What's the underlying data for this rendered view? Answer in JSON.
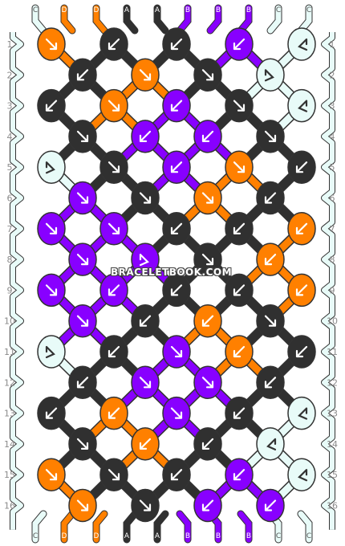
{
  "watermark": "BRACELETBOOK.COM",
  "colors": {
    "C": "#e8fbf8",
    "D": "#ff8000",
    "A": "#303030",
    "B": "#8800ff"
  },
  "strings": [
    "C",
    "D",
    "D",
    "A",
    "A",
    "B",
    "B",
    "B",
    "C",
    "C"
  ],
  "row_labels": [
    "1",
    "2",
    "3",
    "4",
    "5",
    "6",
    "7",
    "8",
    "9",
    "10",
    "11",
    "12",
    "13",
    "14",
    "15",
    "16"
  ],
  "knots": [
    [
      [
        "D",
        "f"
      ],
      [
        "A",
        "b"
      ],
      [
        "A",
        "b"
      ],
      [
        "B",
        "b"
      ],
      [
        "C",
        "bf"
      ]
    ],
    [
      [
        "A",
        "b"
      ],
      [
        "D",
        "f"
      ],
      [
        "A",
        "f"
      ],
      [
        "C",
        "fb"
      ]
    ],
    [
      [
        "A",
        "b"
      ],
      [
        "D",
        "f"
      ],
      [
        "B",
        "b"
      ],
      [
        "A",
        "f"
      ],
      [
        "C",
        "bf"
      ]
    ],
    [
      [
        "A",
        "f"
      ],
      [
        "B",
        "b"
      ],
      [
        "B",
        "b"
      ],
      [
        "A",
        "f"
      ]
    ],
    [
      [
        "C",
        "fb"
      ],
      [
        "A",
        "f"
      ],
      [
        "B",
        "b"
      ],
      [
        "D",
        "f"
      ],
      [
        "A",
        "b"
      ]
    ],
    [
      [
        "B",
        "f"
      ],
      [
        "A",
        "f"
      ],
      [
        "D",
        "f"
      ],
      [
        "A",
        "b"
      ]
    ],
    [
      [
        "B",
        "f"
      ],
      [
        "B",
        "f"
      ],
      [
        "A",
        "b"
      ],
      [
        "A",
        "b"
      ],
      [
        "D",
        "b"
      ]
    ],
    [
      [
        "B",
        "f"
      ],
      [
        "B",
        "fb"
      ],
      [
        "A",
        "f"
      ],
      [
        "D",
        "b"
      ]
    ],
    [
      [
        "B",
        "f"
      ],
      [
        "B",
        "b"
      ],
      [
        "A",
        "b"
      ],
      [
        "A",
        "b"
      ],
      [
        "D",
        "b"
      ]
    ],
    [
      [
        "B",
        "f"
      ],
      [
        "A",
        "b"
      ],
      [
        "D",
        "b"
      ],
      [
        "A",
        "f"
      ]
    ],
    [
      [
        "C",
        "fb"
      ],
      [
        "A",
        "b"
      ],
      [
        "B",
        "f"
      ],
      [
        "D",
        "b"
      ],
      [
        "A",
        "b"
      ]
    ],
    [
      [
        "A",
        "b"
      ],
      [
        "B",
        "f"
      ],
      [
        "B",
        "f"
      ],
      [
        "A",
        "b"
      ]
    ],
    [
      [
        "A",
        "b"
      ],
      [
        "D",
        "b"
      ],
      [
        "B",
        "f"
      ],
      [
        "A",
        "b"
      ],
      [
        "C",
        "bf"
      ]
    ],
    [
      [
        "A",
        "f"
      ],
      [
        "D",
        "b"
      ],
      [
        "A",
        "b"
      ],
      [
        "C",
        "bf"
      ]
    ],
    [
      [
        "D",
        "f"
      ],
      [
        "A",
        "f"
      ],
      [
        "A",
        "b"
      ],
      [
        "B",
        "b"
      ],
      [
        "C",
        "bf"
      ]
    ],
    [
      [
        "D",
        "f"
      ],
      [
        "A",
        "f"
      ],
      [
        "B",
        "b"
      ],
      [
        "B",
        "b"
      ]
    ]
  ]
}
